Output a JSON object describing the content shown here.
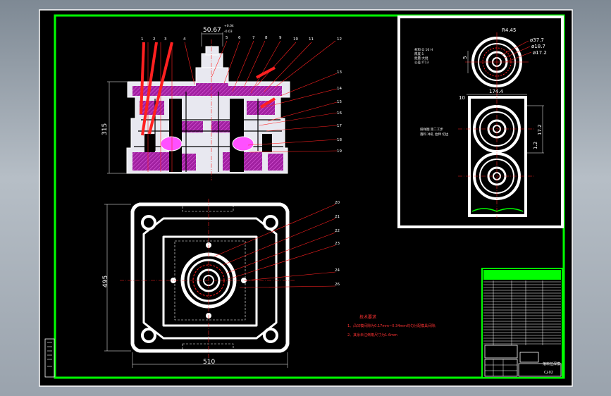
{
  "drawing": {
    "top_dims": {
      "width": "50.67",
      "tol_top": "+0.04",
      "tol_bot": "-0.03",
      "height": "315"
    },
    "plan_dims": {
      "height": "495",
      "width": "510"
    },
    "part_dims": {
      "r": "R4.45",
      "d1": "ø37.7",
      "d2": "ø18.7",
      "d3": "ø17.2",
      "gap": "5",
      "pitch": "10",
      "w": "174.4",
      "h": "17.2",
      "s": "1.2"
    },
    "part_notes": [
      "材料:Q 16 H",
      "厚度:1",
      "批量:大批",
      "公差:IT13"
    ],
    "layout_note": [
      "排样图 第二工步",
      "落料 冲孔 拉伸 切边"
    ],
    "callouts_left": [
      "1",
      "2",
      "3",
      "4",
      "5",
      "6",
      "7",
      "8",
      "9",
      "10",
      "11",
      "12"
    ],
    "callouts_right": [
      "13",
      "14",
      "15",
      "16",
      "17",
      "18",
      "19"
    ],
    "callouts_plan": [
      "20",
      "21",
      "22",
      "23",
      "24",
      "26"
    ],
    "tech_title": "技术要求",
    "tech_req": [
      "1、凸凹模间隙为0.17mm~0.34mm均匀分配模具间隙;",
      "2、其余未注倒角尺寸为1.6mm"
    ],
    "title_block": {
      "name": "落料拉深模",
      "code": "CJ-02"
    }
  },
  "colors": {
    "frame": "#00ff00",
    "lines": "#ffffff",
    "section": "#b02ab0",
    "leader": "#ff2020",
    "center": "#ff2020",
    "bg": "#000000"
  }
}
